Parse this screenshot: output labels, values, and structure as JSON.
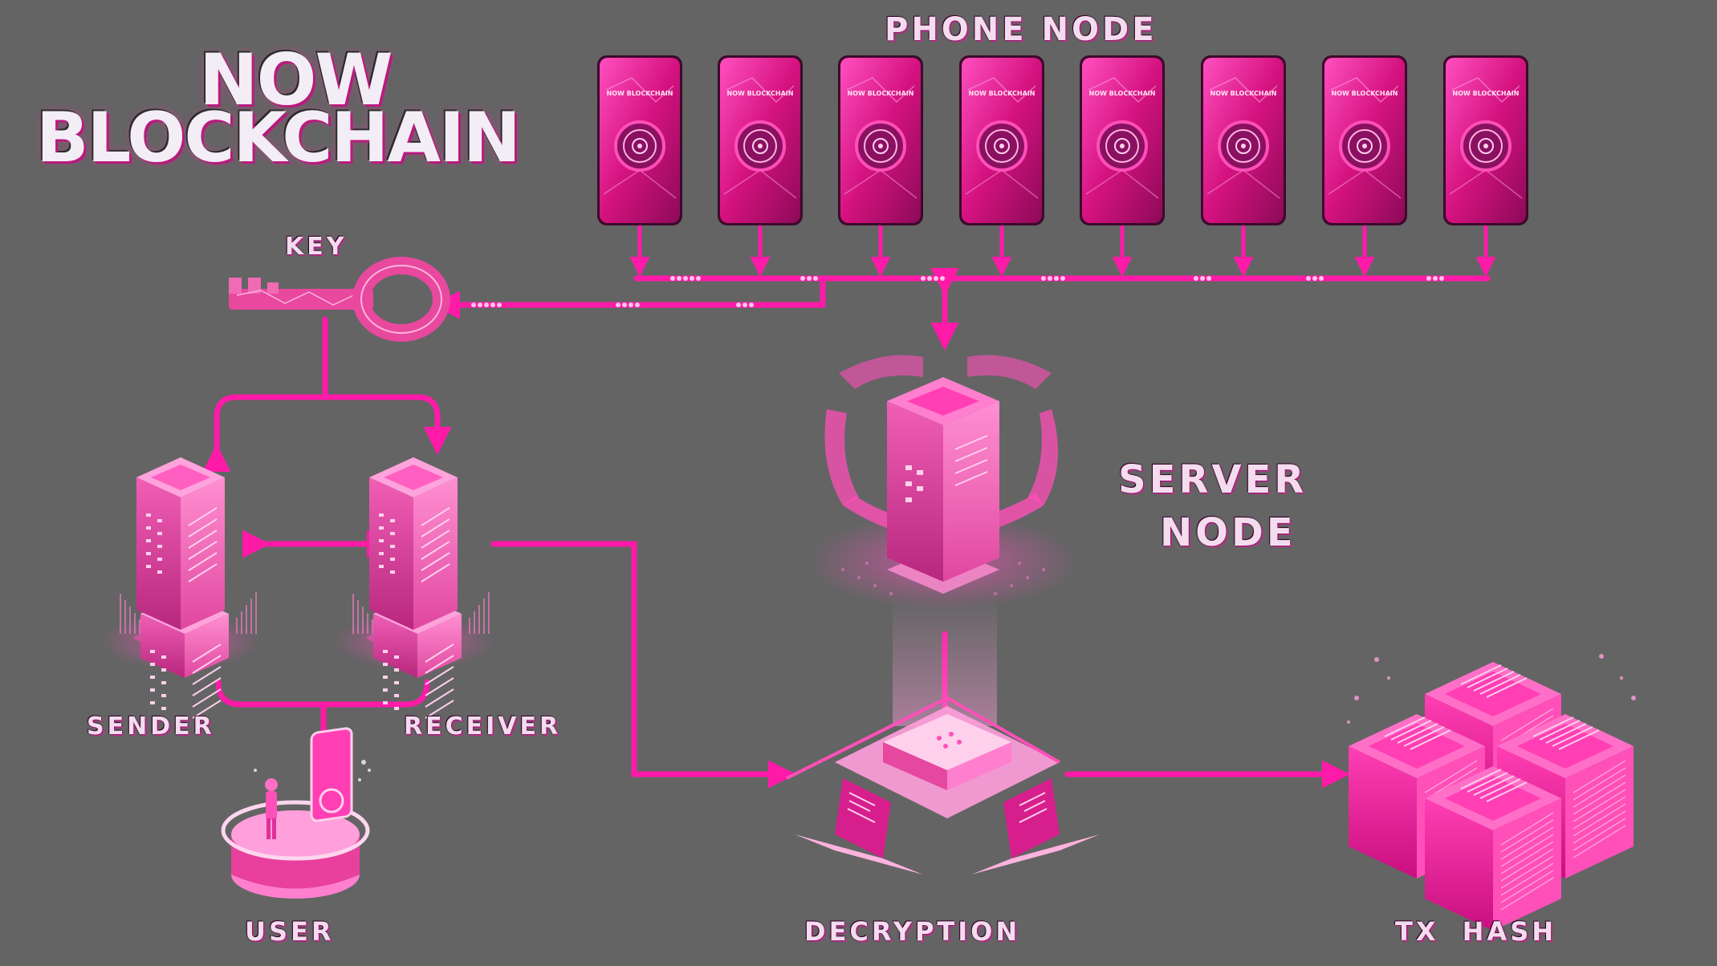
{
  "title": {
    "line1": "NOW",
    "line2": "BLOCKCHAIN"
  },
  "labels": {
    "phone_node": "PHONE NODE",
    "key": "KEY",
    "server_node_line1": "SERVER",
    "server_node_line2": "NODE",
    "sender": "SENDER",
    "receiver": "RECEIVER",
    "user": "USER",
    "decryption": "DECRYPTION",
    "tx_hash": "TX HASH"
  },
  "phones": [
    {
      "screen_text": "NOW BLOCKCHAIN"
    },
    {
      "screen_text": "NOW BLOCKCHAIN"
    },
    {
      "screen_text": "NOW BLOCKCHAIN"
    },
    {
      "screen_text": "NOW BLOCKCHAIN"
    },
    {
      "screen_text": "NOW BLOCKCHAIN"
    },
    {
      "screen_text": "NOW BLOCKCHAIN"
    },
    {
      "screen_text": "NOW BLOCKCHAIN"
    },
    {
      "screen_text": "NOW BLOCKCHAIN"
    }
  ],
  "colors": {
    "background": "#646464",
    "accent": "#ff1aa8",
    "accent_light": "#ff7fd0",
    "accent_dark": "#b0127a",
    "label_text": "#f4dcef"
  }
}
